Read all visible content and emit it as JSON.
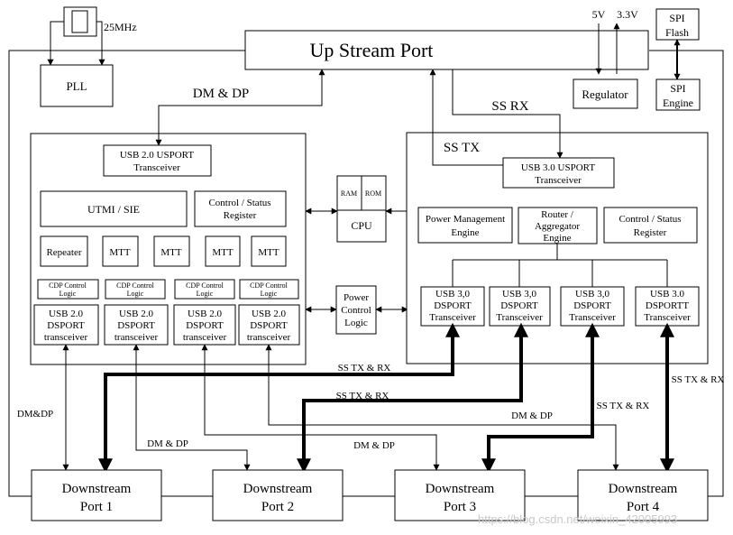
{
  "crystal": {
    "freq": "25MHz"
  },
  "top": {
    "up_stream_port": "Up Stream Port",
    "pll": "PLL",
    "v5": "5V",
    "v33": "3.3V",
    "regulator": "Regulator",
    "spi_flash": [
      "SPI",
      "Flash"
    ],
    "spi_engine": [
      "SPI",
      "Engine"
    ]
  },
  "usb2": {
    "usport": [
      "USB 2.0 USPORT",
      "Transceiver"
    ],
    "utmi": "UTMI / SIE",
    "control": [
      "Control / Status",
      "Register"
    ],
    "repeater": "Repeater",
    "mtt": "MTT",
    "cdp": [
      "CDP Control",
      "Logic"
    ],
    "dsport": [
      "USB 2.0",
      "DSPORT",
      "transceiver"
    ]
  },
  "center": {
    "ram": "RAM",
    "rom": "ROM",
    "cpu": "CPU",
    "power_control": [
      "Power",
      "Control",
      "Logic"
    ]
  },
  "usb3": {
    "usport": [
      "USB 3.0 USPORT",
      "Transceiver"
    ],
    "power_mgmt": [
      "Power Management",
      "Engine"
    ],
    "router": [
      "Router /",
      "Aggregator",
      "Engine"
    ],
    "control": [
      "Control / Status",
      "Register"
    ],
    "dsport": [
      "USB 3,0",
      "DSPORT",
      "Transceiver"
    ],
    "dsport4": [
      "USB 3.0",
      "DSPORTT",
      "Transceiver"
    ]
  },
  "links": {
    "dm_dp_top": "DM & DP",
    "ss_rx": "SS RX",
    "ss_tx": "SS TX",
    "ss_txrx": "SS TX & RX",
    "dm_dp": "DM & DP",
    "dm_dp_left": "DM&DP"
  },
  "downstream": [
    [
      "Downstream",
      "Port 1"
    ],
    [
      "Downstream",
      "Port 2"
    ],
    [
      "Downstream",
      "Port 3"
    ],
    [
      "Downstream",
      "Port 4"
    ]
  ],
  "watermark": "https://blog.csdn.net/weixin_42005993"
}
